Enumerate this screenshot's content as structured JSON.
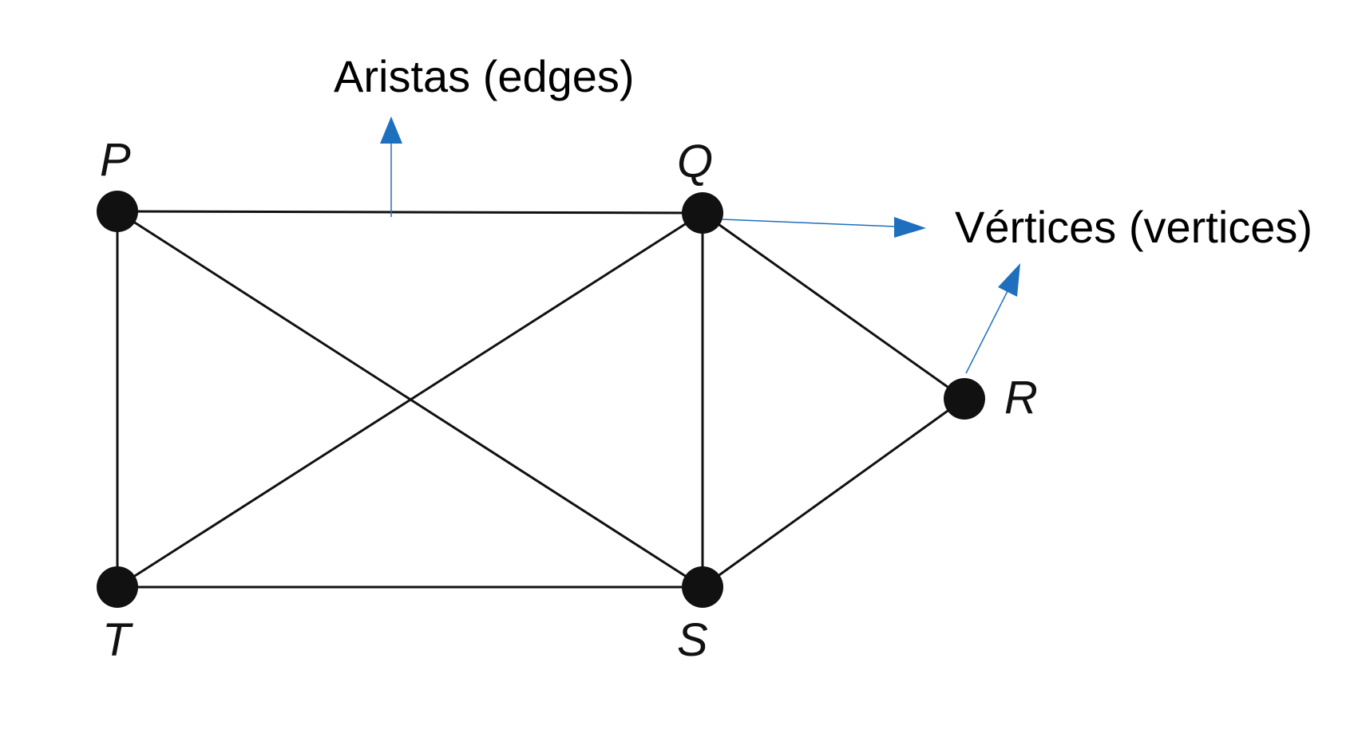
{
  "annotations": {
    "edges_label": "Aristas (edges)",
    "vertices_label": "Vértices (vertices)"
  },
  "vertices": [
    {
      "id": "P",
      "label": "P"
    },
    {
      "id": "Q",
      "label": "Q"
    },
    {
      "id": "R",
      "label": "R"
    },
    {
      "id": "S",
      "label": "S"
    },
    {
      "id": "T",
      "label": "T"
    }
  ],
  "edges": [
    [
      "P",
      "Q"
    ],
    [
      "P",
      "T"
    ],
    [
      "P",
      "S"
    ],
    [
      "Q",
      "T"
    ],
    [
      "Q",
      "S"
    ],
    [
      "Q",
      "R"
    ],
    [
      "R",
      "S"
    ],
    [
      "T",
      "S"
    ]
  ],
  "colors": {
    "graph": "#111111",
    "arrow": "#1f6fbf",
    "background": "#ffffff"
  }
}
